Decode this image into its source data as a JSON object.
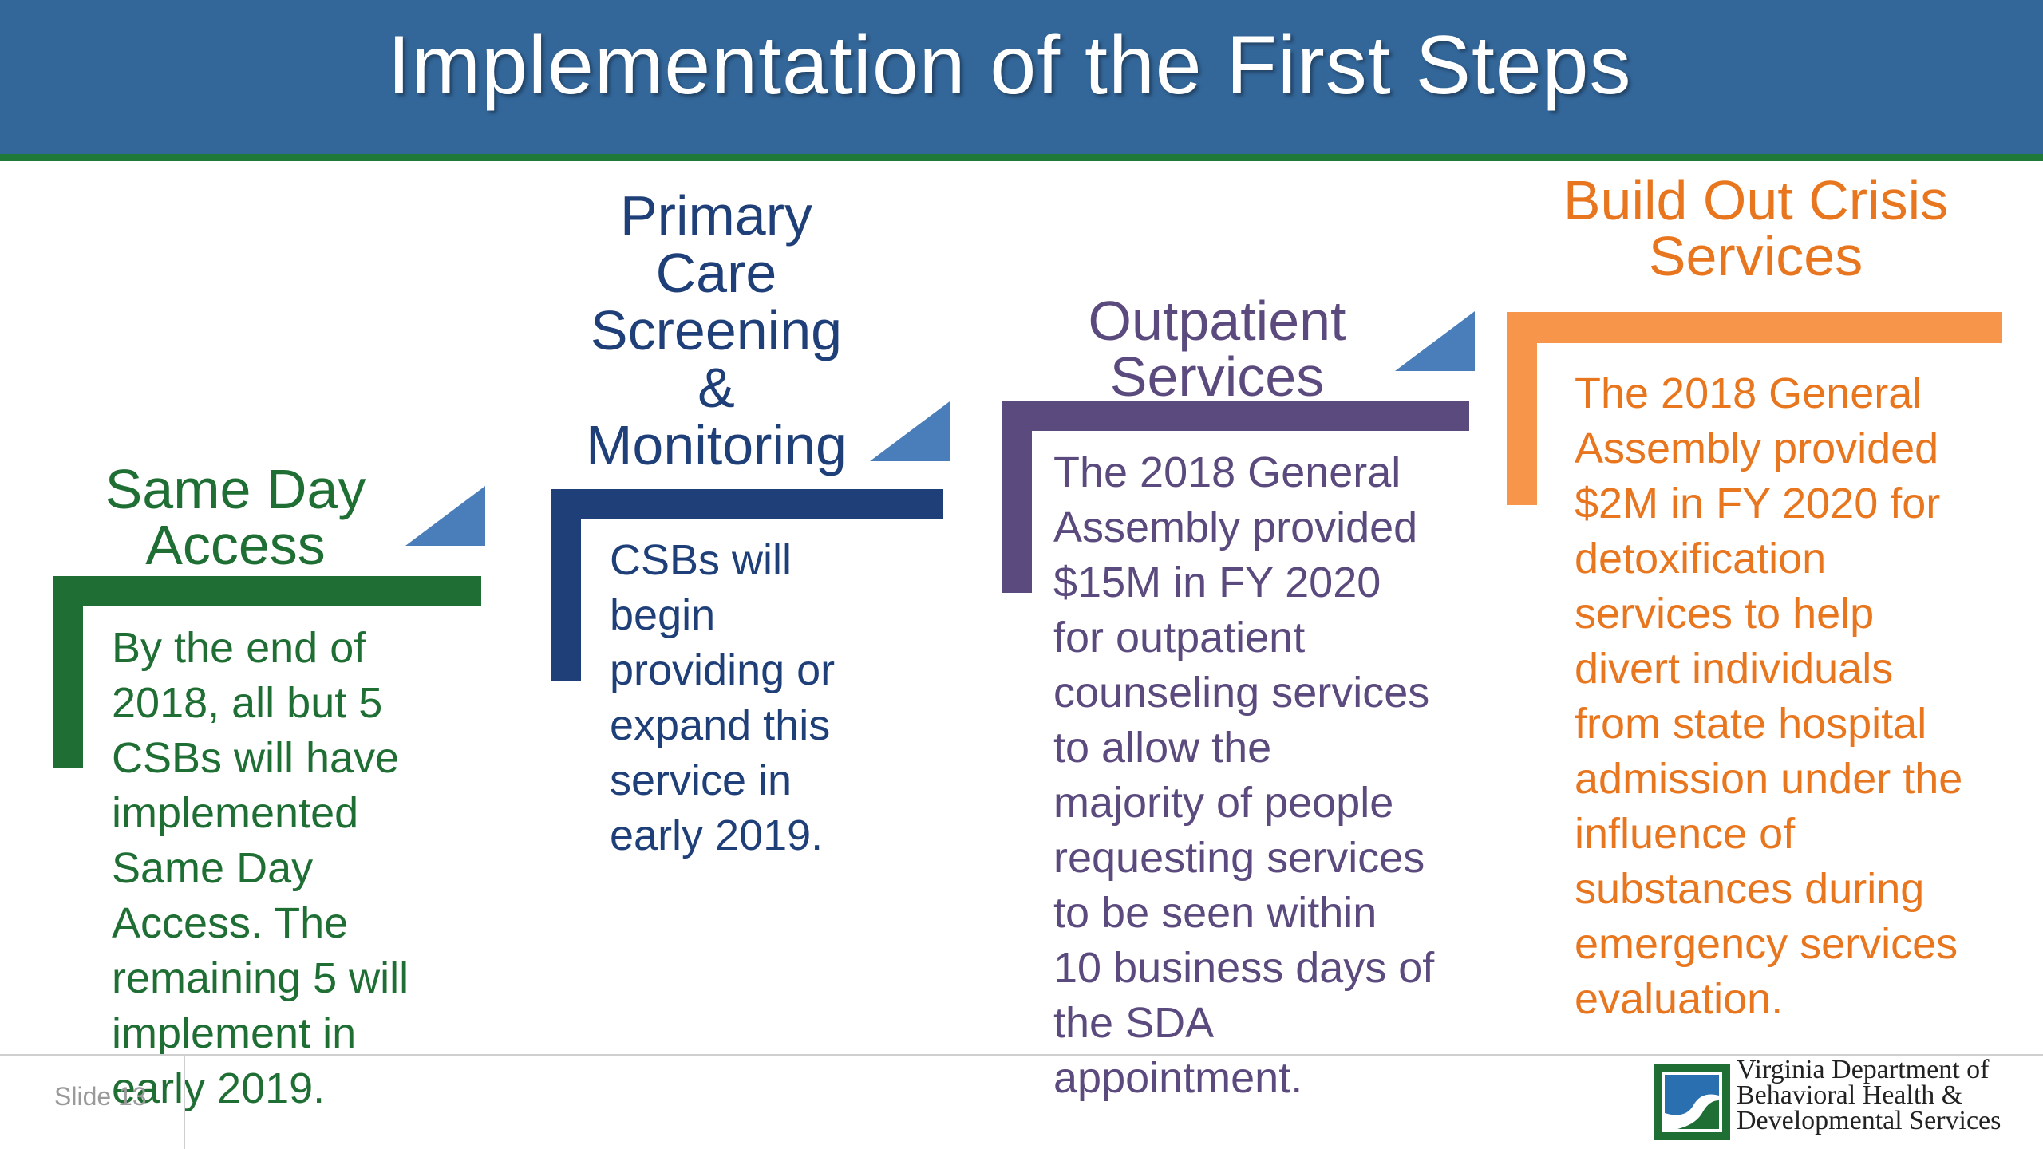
{
  "slide": {
    "title": "Implementation of the First Steps",
    "slide_number_label": "Slide 13"
  },
  "columns": [
    {
      "heading": [
        "Same Day",
        "Access"
      ],
      "body": [
        "By the end of",
        "2018, all but 5",
        "CSBs will have",
        "implemented",
        "Same Day",
        "Access. The",
        "remaining 5 will",
        "implement in",
        "early 2019."
      ],
      "color": "#1f6f35"
    },
    {
      "heading": [
        "Primary",
        "Care",
        "Screening",
        "&",
        "Monitoring"
      ],
      "body": [
        "CSBs will",
        "begin",
        "providing or",
        "expand this",
        "service in",
        "early 2019."
      ],
      "color": "#1f3f79"
    },
    {
      "heading": [
        "Outpatient",
        "Services"
      ],
      "body": [
        "The 2018 General",
        "Assembly provided",
        "$15M in FY 2020",
        "for outpatient",
        "counseling services",
        "to allow the",
        "majority of people",
        "requesting services",
        "to be seen within",
        "10 business days of",
        "the SDA",
        "appointment."
      ],
      "color": "#5b4a7e"
    },
    {
      "heading": [
        "Build Out Crisis",
        "Services"
      ],
      "body": [
        "The 2018 General",
        "Assembly provided",
        "$2M in FY 2020 for",
        "detoxification",
        "services to help",
        "divert individuals",
        "from state hospital",
        "admission under the",
        "influence of",
        "substances during",
        "emergency services",
        "evaluation."
      ],
      "color": "#e8761f"
    }
  ],
  "logo": {
    "lines": [
      "Virginia Department of",
      "Behavioral Health &",
      "Developmental Services"
    ]
  },
  "colors": {
    "title_band": "#336699",
    "title_rule": "#1f7a3a",
    "arrow_triangle": "#4a7ebb"
  }
}
